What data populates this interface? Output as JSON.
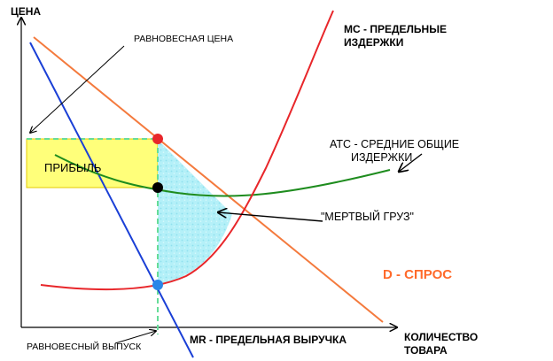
{
  "axes": {
    "y_label": "ЦЕНА",
    "x_label_line1": "КОЛИЧЕСТВО",
    "x_label_line2": "ТОВАРА"
  },
  "labels": {
    "equilibrium_price": "РАВНОВЕСНАЯ ЦЕНА",
    "equilibrium_output": "РАВНОВЕСНЫЙ ВЫПУСК",
    "mc_line1": "MC - ПРЕДЕЛЬНЫЕ",
    "mc_line2": "ИЗДЕРЖКИ",
    "atc_line1": "ATC - СРЕДНИЕ ОБЩИЕ",
    "atc_line2": "ИЗДЕРЖКИ",
    "deadweight": "\"МЕРТВЫЙ ГРУЗ\"",
    "demand": "D - СПРОС",
    "mr": "MR - ПРЕДЕЛЬНАЯ ВЫРУЧКА",
    "profit": "ПРИБЫЛЬ"
  },
  "colors": {
    "mc": "#e8262a",
    "demand": "#f47a3d",
    "mr": "#1a3fd6",
    "atc": "#1e8c1e",
    "profit_fill": "#ffff7a",
    "deadweight_fill": "#a8ecf6",
    "guide": "#66dd99",
    "price_point": "#e8262a",
    "cost_point": "#000000",
    "mc_point": "#2a86e8"
  }
}
